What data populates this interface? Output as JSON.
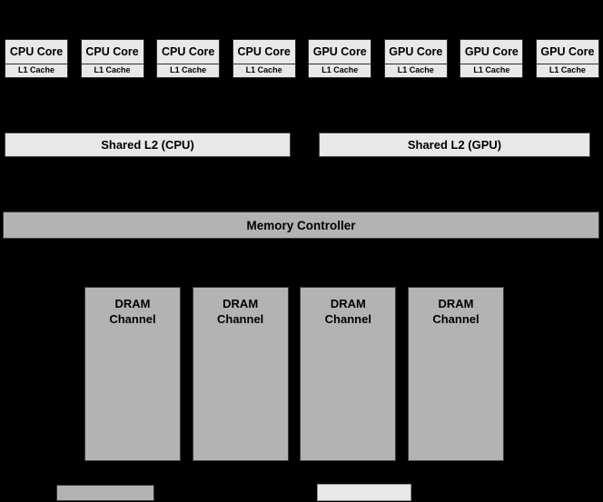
{
  "diagram": {
    "title": "chip-memory-architecture-diagram",
    "cores": [
      {
        "label": "CPU Core",
        "cache": "L1 Cache"
      },
      {
        "label": "CPU Core",
        "cache": "L1 Cache"
      },
      {
        "label": "CPU Core",
        "cache": "L1 Cache"
      },
      {
        "label": "CPU Core",
        "cache": "L1 Cache"
      },
      {
        "label": "GPU Core",
        "cache": "L1 Cache"
      },
      {
        "label": "GPU Core",
        "cache": "L1 Cache"
      },
      {
        "label": "GPU Core",
        "cache": "L1 Cache"
      },
      {
        "label": "GPU Core",
        "cache": "L1 Cache"
      }
    ],
    "l2_caches": [
      {
        "label": "Shared L2 (CPU)"
      },
      {
        "label": "Shared L2 (GPU)"
      }
    ],
    "memory_controller": {
      "label": "Memory Controller"
    },
    "dram_channels": [
      {
        "line1": "DRAM",
        "line2": "Channel"
      },
      {
        "line1": "DRAM",
        "line2": "Channel"
      },
      {
        "line1": "DRAM",
        "line2": "Channel"
      },
      {
        "line1": "DRAM",
        "line2": "Channel"
      }
    ],
    "legend_swatches": [
      {
        "name": "medium-gray-swatch",
        "color": "#b3b3b3"
      },
      {
        "name": "light-gray-swatch",
        "color": "#e8e8e8"
      }
    ],
    "colors": {
      "background": "#000000",
      "light_fill": "#e8e8e8",
      "medium_fill": "#b3b3b3",
      "border": "#333333",
      "text": "#000000"
    }
  }
}
